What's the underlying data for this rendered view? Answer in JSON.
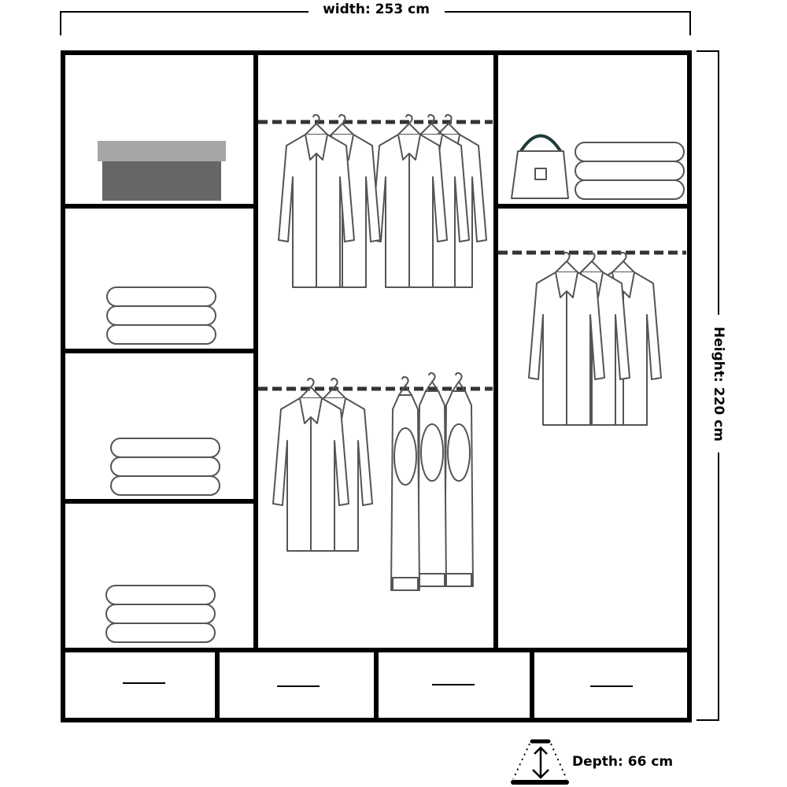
{
  "dimensions": {
    "width_label": "width: 253 cm",
    "height_label": "Height: 220 cm",
    "depth_label": "Depth: 66 cm"
  },
  "wardrobe": {
    "left_column": [
      "storage-box",
      "folded-clothes",
      "folded-clothes",
      "folded-clothes"
    ],
    "middle_column": [
      "hanging-coats",
      "hanging-jackets-and-vests"
    ],
    "right_column": [
      "handbag-and-folded-clothes",
      "hanging-coats"
    ],
    "drawers": 4
  },
  "colors": {
    "frame": "#000000",
    "box_lid": "#a6a6a6",
    "box_body": "#666666",
    "handbag_strap": "#1f3a3a"
  }
}
